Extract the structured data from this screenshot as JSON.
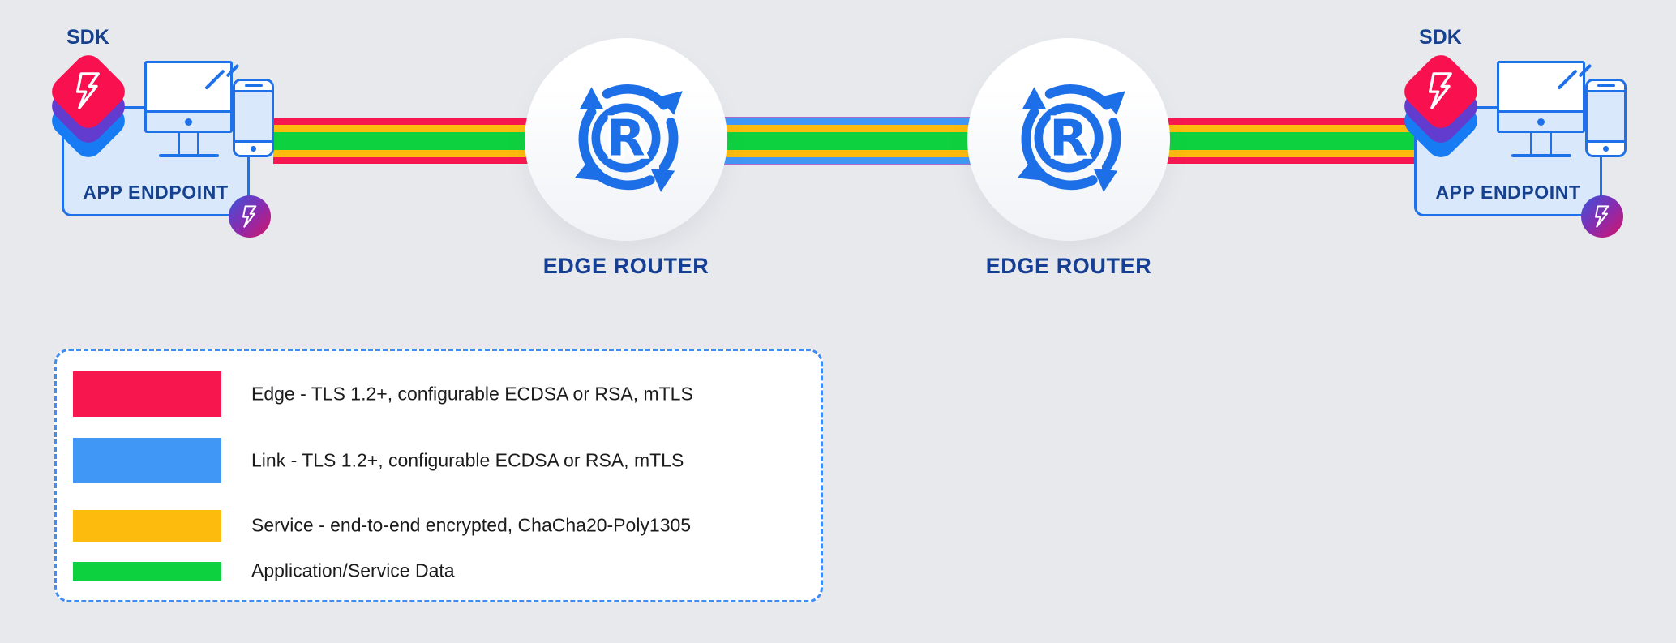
{
  "endpoints": {
    "left": {
      "sdk_label": "SDK",
      "box_label": "APP ENDPOINT"
    },
    "right": {
      "sdk_label": "SDK",
      "box_label": "APP ENDPOINT"
    }
  },
  "routers": {
    "left": {
      "label": "EDGE ROUTER",
      "icon_letter": "R"
    },
    "right": {
      "label": "EDGE ROUTER",
      "icon_letter": "R"
    }
  },
  "legend": {
    "items": [
      {
        "label": "Edge - TLS 1.2+, configurable ECDSA or RSA, mTLS",
        "color": "#F8164E"
      },
      {
        "label": "Link - TLS 1.2+, configurable ECDSA or RSA, mTLS",
        "color": "#4197F6"
      },
      {
        "label": "Service - end-to-end encrypted, ChaCha20-Poly1305",
        "color": "#FCBB0D"
      },
      {
        "label": "Application/Service Data",
        "color": "#0DD13E"
      }
    ]
  },
  "colors": {
    "background": "#E7E9ED",
    "edge_red": "#F8164E",
    "link_blue": "#4197F6",
    "link_purple_edge": "#AD6BC9",
    "service_yellow": "#FCBB0D",
    "data_green": "#0DD13E",
    "device_blue": "#1E71E9",
    "box_fill": "#D9E9FB",
    "navy_label": "#16418F",
    "legend_border": "#3F8CF5",
    "legend_text": "#1C1C1E",
    "sdk_red": "#F8104F",
    "sdk_purple": "#613CCF",
    "sdk_blue": "#177BF4",
    "badge_gradient_start": "#3A53DD",
    "badge_gradient_end": "#D31566",
    "router_icon_blue": "#1D6FE8"
  },
  "icons": [
    "ziti-bolt-icon",
    "sdk-stack-icon",
    "monitor-icon",
    "phone-icon",
    "ziti-badge-icon",
    "router-arrows-icon"
  ]
}
